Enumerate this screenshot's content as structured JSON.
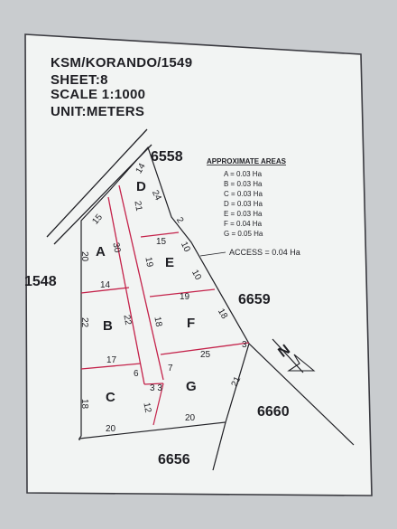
{
  "header": {
    "line1": "KSM/KORANDO/1549",
    "line2": "SHEET:8",
    "line3": "SCALE 1:1000",
    "line4": "UNIT:METERS"
  },
  "areas": {
    "title": "APPROXIMATE AREAS",
    "items": [
      "A = 0.03 Ha",
      "B = 0.03 Ha",
      "C = 0.03 Ha",
      "D = 0.03 Ha",
      "E = 0.03 Ha",
      "F = 0.04 Ha",
      "G = 0.05 Ha"
    ],
    "access": "ACCESS = 0.04 Ha"
  },
  "parcels": {
    "a": "A",
    "b": "B",
    "c": "C",
    "d": "D",
    "e": "E",
    "f": "F",
    "g": "G"
  },
  "adjacent": {
    "p1548": "1548",
    "p6558": "6558",
    "p6659": "6659",
    "p6660": "6660",
    "p6656": "6656"
  },
  "north": "N",
  "dims": {
    "d14a": "14",
    "d24": "24",
    "d21a": "21",
    "d2": "2",
    "d15a": "15",
    "d15b": "15",
    "d10a": "10",
    "d10b": "10",
    "d20a": "20",
    "d30": "30",
    "d19a": "19",
    "d14b": "14",
    "d19b": "19",
    "d22a": "22",
    "d22b": "22",
    "d18a": "18",
    "d18b": "18",
    "d25": "25",
    "d3a": "3",
    "d17": "17",
    "d6": "6",
    "d7": "7",
    "d33": "3 3",
    "d18c": "18",
    "d21b": "21",
    "d12": "12",
    "d20b": "20",
    "d20c": "20"
  },
  "colors": {
    "paper": "#f2f4f3",
    "ink": "#1f1f24",
    "boundary": "#c4224a"
  }
}
